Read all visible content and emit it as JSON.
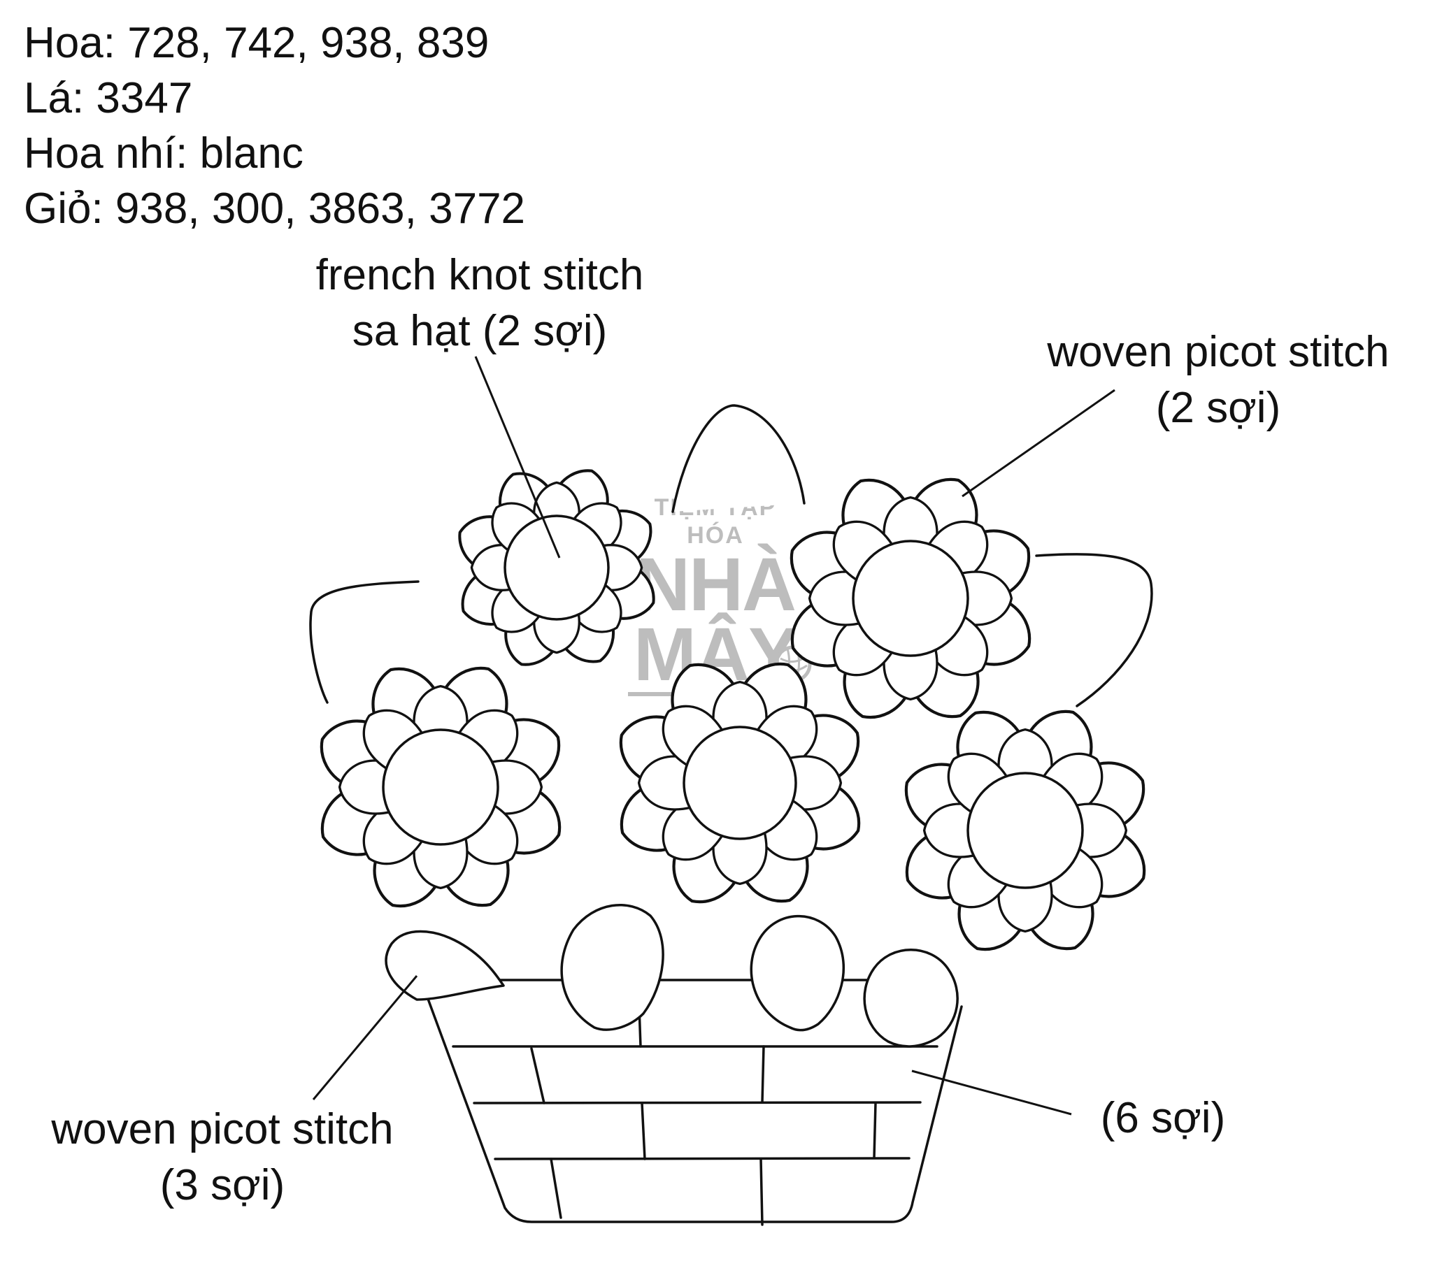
{
  "legend": [
    "Hoa: 728, 742, 938, 839",
    "Lá: 3347",
    "Hoa nhí: blanc",
    "Giỏ: 938, 300, 3863, 3772"
  ],
  "callouts": {
    "french_knot": {
      "line1": "french knot stitch",
      "line2": "sa hạt (2 sợi)"
    },
    "picot_top_right": {
      "line1": "woven picot stitch",
      "line2": "(2 sợi)"
    },
    "picot_bottom_left": {
      "line1": "woven picot stitch",
      "line2": "(3 sợi)"
    },
    "basket": {
      "line1": "(6 sợi)"
    }
  },
  "watermark": {
    "top": "TIỆM TẠP HÓA",
    "line1": "NHÀ",
    "line2": "MÂY"
  },
  "colors": {
    "ink": "#111111",
    "watermark": "#bdbdbd",
    "background": "#ffffff"
  }
}
